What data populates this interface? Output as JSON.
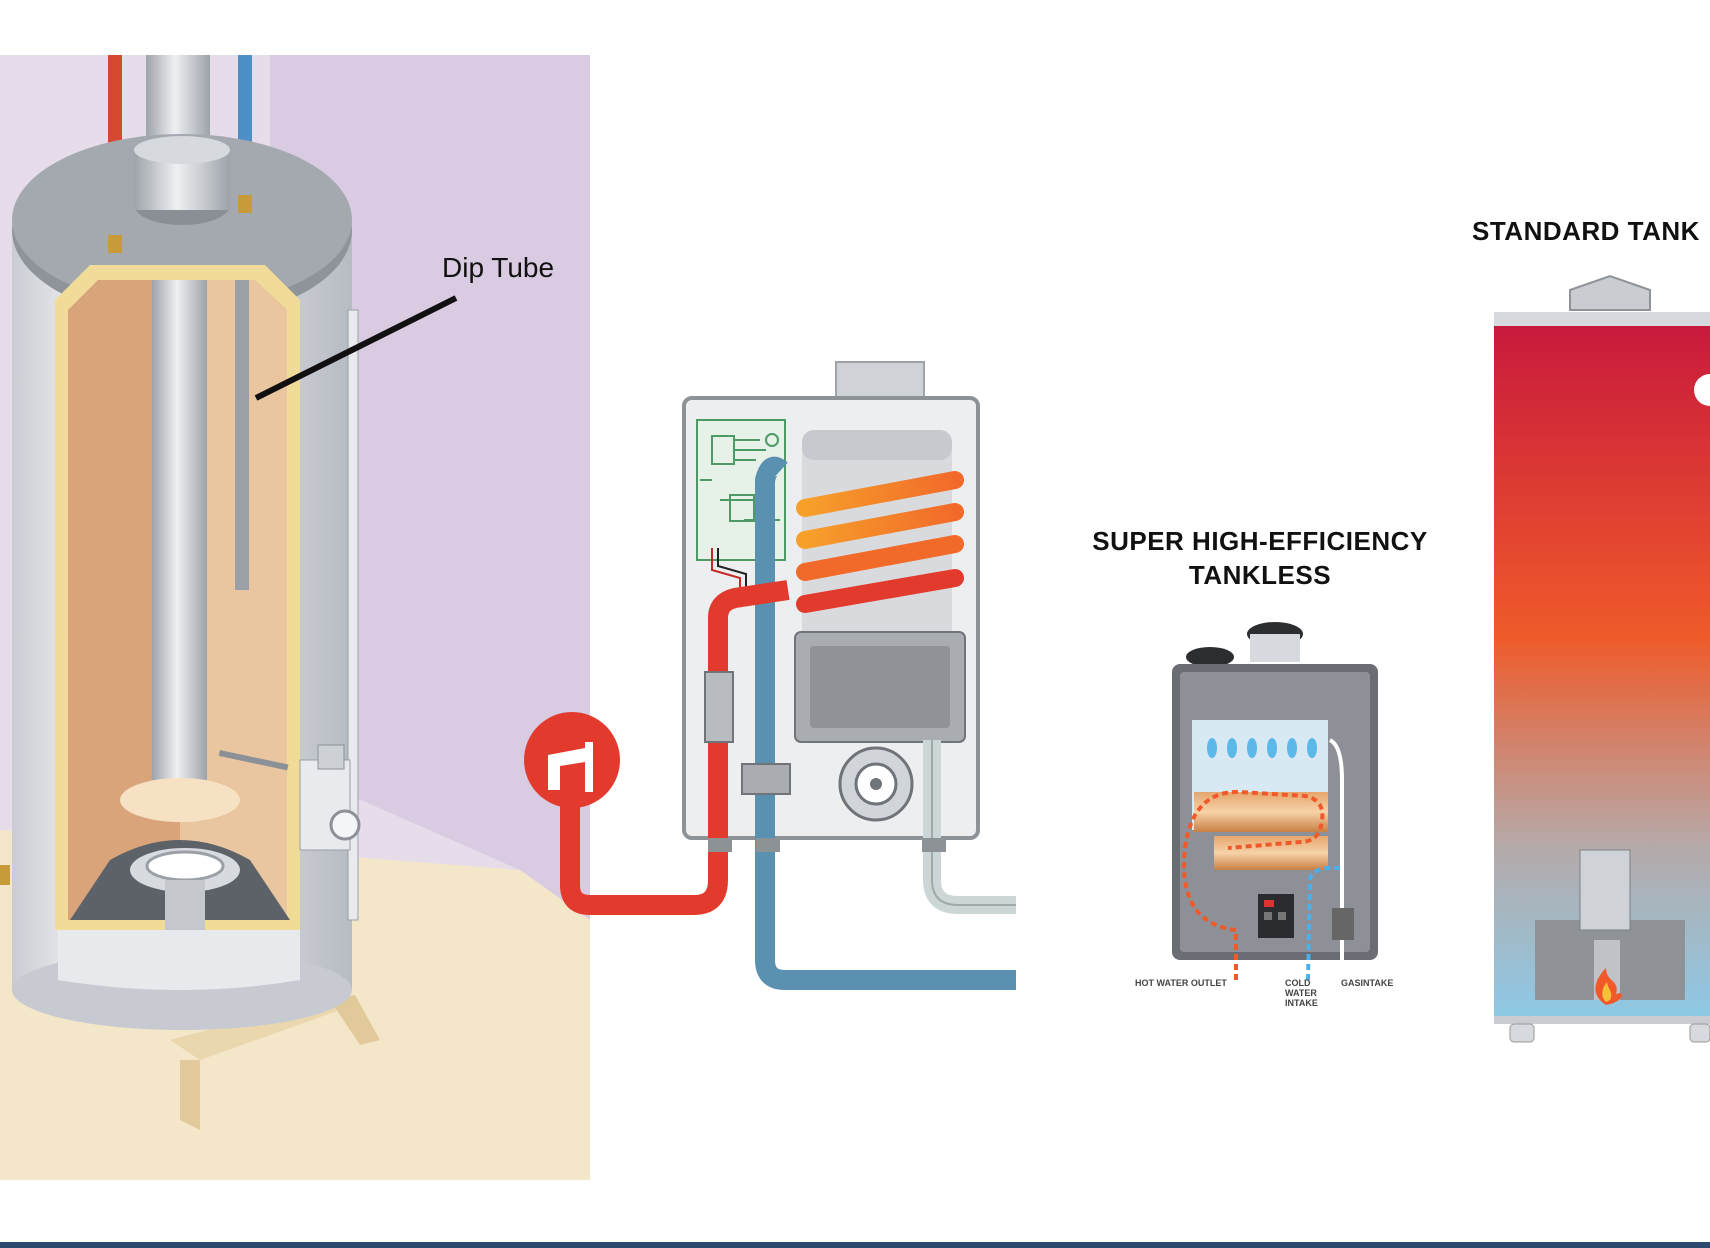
{
  "labels": {
    "dip_tube": "Dip Tube",
    "super_line1": "SUPER HIGH-EFFICIENCY",
    "super_line2": "TANKLESS",
    "standard": "STANDARD TANK",
    "hot_outlet": "HOT WATER OUTLET",
    "cold_line1": "COLD",
    "cold_line2": "WATER",
    "cold_line3": "INTAKE",
    "gas_intake": "GASINTAKE"
  },
  "colors": {
    "hot_pipe": "#e23b2e",
    "cold_pipe": "#5a91b0",
    "flame_coil": "#f6a02a",
    "wall": "#dcd0e4",
    "floor": "#f3e6c8",
    "tank_interior": "#d9a47a",
    "tank_gradient_top": "#c81a3c",
    "tank_gradient_mid": "#f05a2a",
    "tank_gradient_bottom": "#8ec9e6",
    "faucet_badge": "#e23b2e",
    "bottom_bar": "#2a4a6e"
  },
  "icons": [
    "faucet-icon",
    "fan-icon",
    "flame-icon",
    "circuit-board-icon"
  ]
}
